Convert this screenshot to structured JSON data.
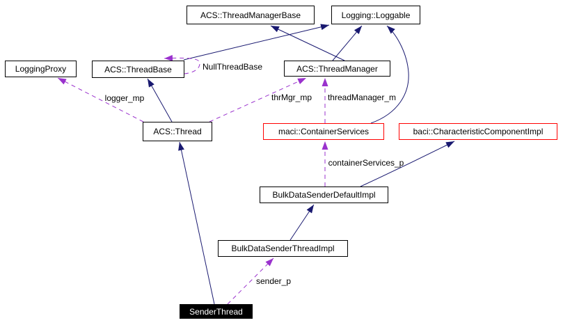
{
  "diagram": {
    "nodes": {
      "thread_manager_base": {
        "label": "ACS::ThreadManagerBase"
      },
      "loggable": {
        "label": "Logging::Loggable"
      },
      "logging_proxy": {
        "label": "LoggingProxy"
      },
      "thread_base": {
        "label": "ACS::ThreadBase"
      },
      "thread_manager": {
        "label": "ACS::ThreadManager"
      },
      "thread": {
        "label": "ACS::Thread"
      },
      "container_services": {
        "label": "maci::ContainerServices"
      },
      "characteristic_component_impl": {
        "label": "baci::CharacteristicComponentImpl"
      },
      "bulk_data_sender_default_impl": {
        "label": "BulkDataSenderDefaultImpl"
      },
      "bulk_data_sender_thread_impl": {
        "label": "BulkDataSenderThreadImpl"
      },
      "sender_thread": {
        "label": "SenderThread"
      }
    },
    "edge_labels": {
      "null_thread_base": "NullThreadBase",
      "logger_mp": "logger_mp",
      "thr_mgr_mp": "thrMgr_mp",
      "thread_manager_m": "threadManager_m",
      "container_services_p": "containerServices_p",
      "sender_p": "sender_p"
    },
    "colors": {
      "inheritance_edge": "#191970",
      "usage_edge": "#9a32cd",
      "highlight_border": "#ff0000",
      "node_border": "#000000",
      "focus_node_fill": "#000000",
      "focus_node_text": "#ffffff",
      "background": "#ffffff"
    }
  }
}
